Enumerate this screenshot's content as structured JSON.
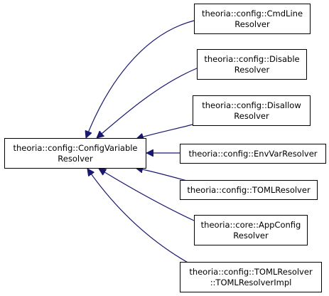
{
  "diagram": {
    "base": {
      "line1": "theoria::config::ConfigVariable",
      "line2": "Resolver"
    },
    "derived": [
      {
        "line1": "theoria::config::CmdLine",
        "line2": "Resolver"
      },
      {
        "line1": "theoria::config::Disable",
        "line2": "Resolver"
      },
      {
        "line1": "theoria::config::Disallow",
        "line2": "Resolver"
      },
      {
        "line1": "theoria::config::EnvVarResolver",
        "line2": ""
      },
      {
        "line1": "theoria::config::TOMLResolver",
        "line2": ""
      },
      {
        "line1": "theoria::core::AppConfig",
        "line2": "Resolver"
      },
      {
        "line1": "theoria::config::TOMLResolver",
        "line2": "::TOMLResolverImpl"
      }
    ],
    "edge_color": "#191970"
  }
}
